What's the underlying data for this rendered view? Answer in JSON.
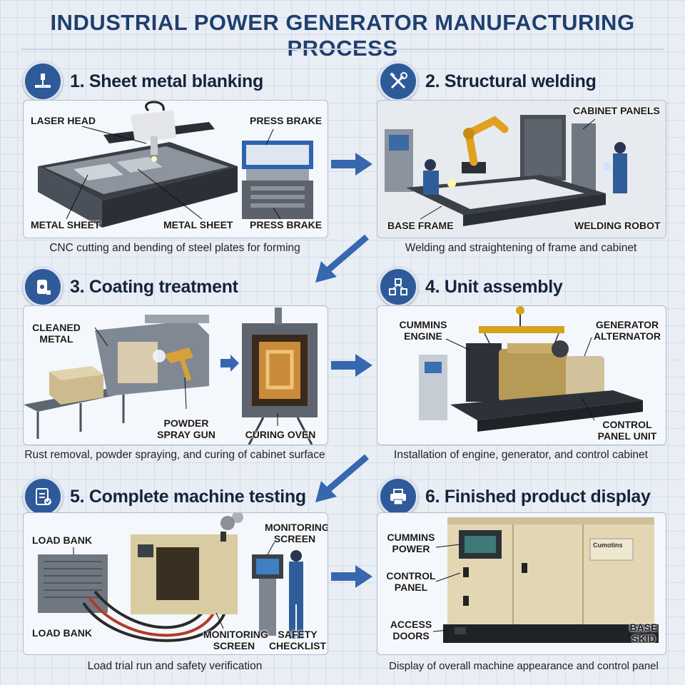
{
  "title": "INDUSTRIAL POWER GENERATOR MANUFACTURING PROCESS",
  "colors": {
    "accent": "#2e5a99",
    "title": "#1f3f6e",
    "arrow": "#3767ae"
  },
  "steps": [
    {
      "heading": "1. Sheet metal blanking",
      "icon": "laser-cutter-icon",
      "labels": {
        "laser_head": "LASER HEAD",
        "press_brake_top": "PRESS BRAKE",
        "metal_sheet_left": "METAL SHEET",
        "metal_sheet_mid": "METAL SHEET",
        "press_brake_bottom": "PRESS BRAKE"
      },
      "caption": "CNC cutting and bending of steel plates for forming"
    },
    {
      "heading": "2. Structural welding",
      "icon": "wrench-screwdriver-icon",
      "labels": {
        "cabinet_panels": "CABINET PANELS",
        "base_frame": "BASE FRAME",
        "welding_robot": "WELDING ROBOT"
      },
      "caption": "Welding and straightening of frame and cabinet"
    },
    {
      "heading": "3. Coating treatment",
      "icon": "paint-roll-icon",
      "labels": {
        "cleaned_metal": "CLEANED\nMETAL",
        "powder_spray_gun": "POWDER\nSPRAY GUN",
        "curing_oven": "CURING OVEN"
      },
      "caption": "Rust removal, powder spraying, and curing of cabinet surface"
    },
    {
      "heading": "4. Unit assembly",
      "icon": "assembly-icon",
      "labels": {
        "cummins_engine": "CUMMINS\nENGINE",
        "generator_alternator": "GENERATOR\nALTERNATOR",
        "control_panel_unit": "CONTROL\nPANEL UNIT"
      },
      "caption": "Installation of engine, generator, and control cabinet"
    },
    {
      "heading": "5. Complete machine testing",
      "icon": "checklist-icon",
      "labels": {
        "load_bank_top": "LOAD BANK",
        "monitoring_screen_top": "MONITORING\nSCREEN",
        "load_bank_bottom": "LOAD BANK",
        "monitoring_screen_bottom": "MONITORING\nSCREEN",
        "safety_checklist": "SAFETY\nCHECKLIST"
      },
      "caption": "Load trial run and safety verification"
    },
    {
      "heading": "6. Finished product display",
      "icon": "printer-icon",
      "labels": {
        "cummins_power": "CUMMINS\nPOWER",
        "control_panel": "CONTROL\nPANEL",
        "access_doors": "ACCESS\nDOORS",
        "base_skid": "BASE\nSKID",
        "brand_badge": "Cumotins"
      },
      "caption": "Display of overall machine appearance and control panel"
    }
  ]
}
